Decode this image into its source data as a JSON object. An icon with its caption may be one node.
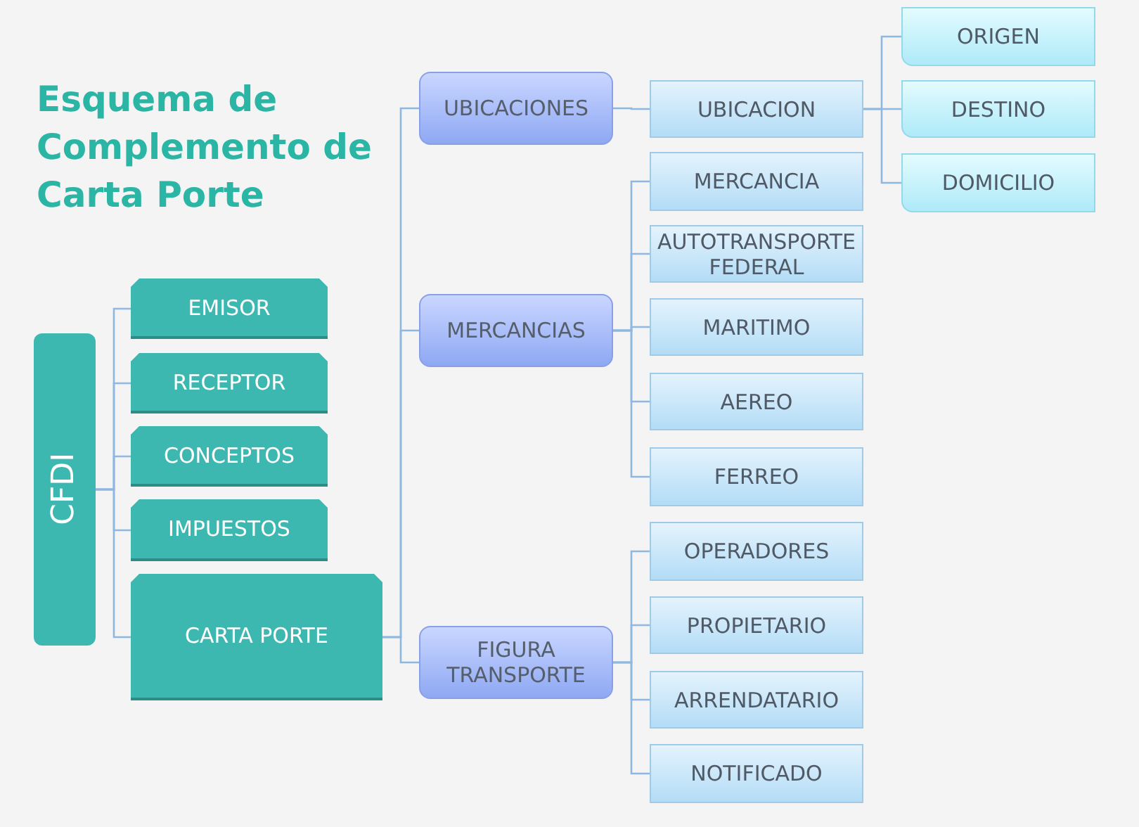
{
  "diagram": {
    "title": "Esquema de Complemento de Carta Porte",
    "nodes": [
      {
        "text": [
          "CFDI"
        ]
      },
      {
        "text": [
          "EMISOR"
        ]
      },
      {
        "text": [
          "RECEPTOR"
        ]
      },
      {
        "text": [
          "CONCEPTOS"
        ]
      },
      {
        "text": [
          "IMPUESTOS"
        ]
      },
      {
        "text": [
          "CARTA PORTE"
        ]
      },
      {
        "text": [
          "UBICACIONES"
        ]
      },
      {
        "text": [
          "MERCANCIAS"
        ]
      },
      {
        "text": [
          "FIGURA TRANSPORTE"
        ]
      },
      {
        "text": [
          "UBICACION"
        ]
      },
      {
        "text": [
          "MERCANCIA"
        ]
      },
      {
        "text": [
          "AUTOTRANSPORTE FEDERAL"
        ]
      },
      {
        "text": [
          "MARITIMO"
        ]
      },
      {
        "text": [
          "AEREO"
        ]
      },
      {
        "text": [
          "FERREO"
        ]
      },
      {
        "text": [
          "OPERADORES"
        ]
      },
      {
        "text": [
          "PROPIETARIO"
        ]
      },
      {
        "text": [
          "ARRENDATARIO"
        ]
      },
      {
        "text": [
          "NOTIFICADO"
        ]
      },
      {
        "text": [
          "ORIGEN"
        ]
      },
      {
        "text": [
          "DESTINO"
        ]
      },
      {
        "text": [
          "DOMICILIO"
        ]
      }
    ],
    "edges": [
      {
        "from": 0,
        "to": 1,
        "arrow": "none"
      },
      {
        "from": 0,
        "to": 2,
        "arrow": "none"
      },
      {
        "from": 0,
        "to": 3,
        "arrow": "none"
      },
      {
        "from": 0,
        "to": 4,
        "arrow": "none"
      },
      {
        "from": 0,
        "to": 5,
        "arrow": "none"
      },
      {
        "from": 5,
        "to": 6,
        "arrow": "none"
      },
      {
        "from": 5,
        "to": 7,
        "arrow": "none"
      },
      {
        "from": 5,
        "to": 8,
        "arrow": "none"
      },
      {
        "from": 6,
        "to": 9,
        "arrow": "none"
      },
      {
        "from": 7,
        "to": 10,
        "arrow": "none"
      },
      {
        "from": 7,
        "to": 11,
        "arrow": "none"
      },
      {
        "from": 7,
        "to": 12,
        "arrow": "none"
      },
      {
        "from": 7,
        "to": 13,
        "arrow": "none"
      },
      {
        "from": 7,
        "to": 14,
        "arrow": "none"
      },
      {
        "from": 8,
        "to": 15,
        "arrow": "none"
      },
      {
        "from": 8,
        "to": 16,
        "arrow": "none"
      },
      {
        "from": 8,
        "to": 17,
        "arrow": "none"
      },
      {
        "from": 8,
        "to": 18,
        "arrow": "none"
      },
      {
        "from": 9,
        "to": 19,
        "arrow": "none"
      },
      {
        "from": 9,
        "to": 20,
        "arrow": "none"
      },
      {
        "from": 9,
        "to": 21,
        "arrow": "none"
      }
    ]
  }
}
